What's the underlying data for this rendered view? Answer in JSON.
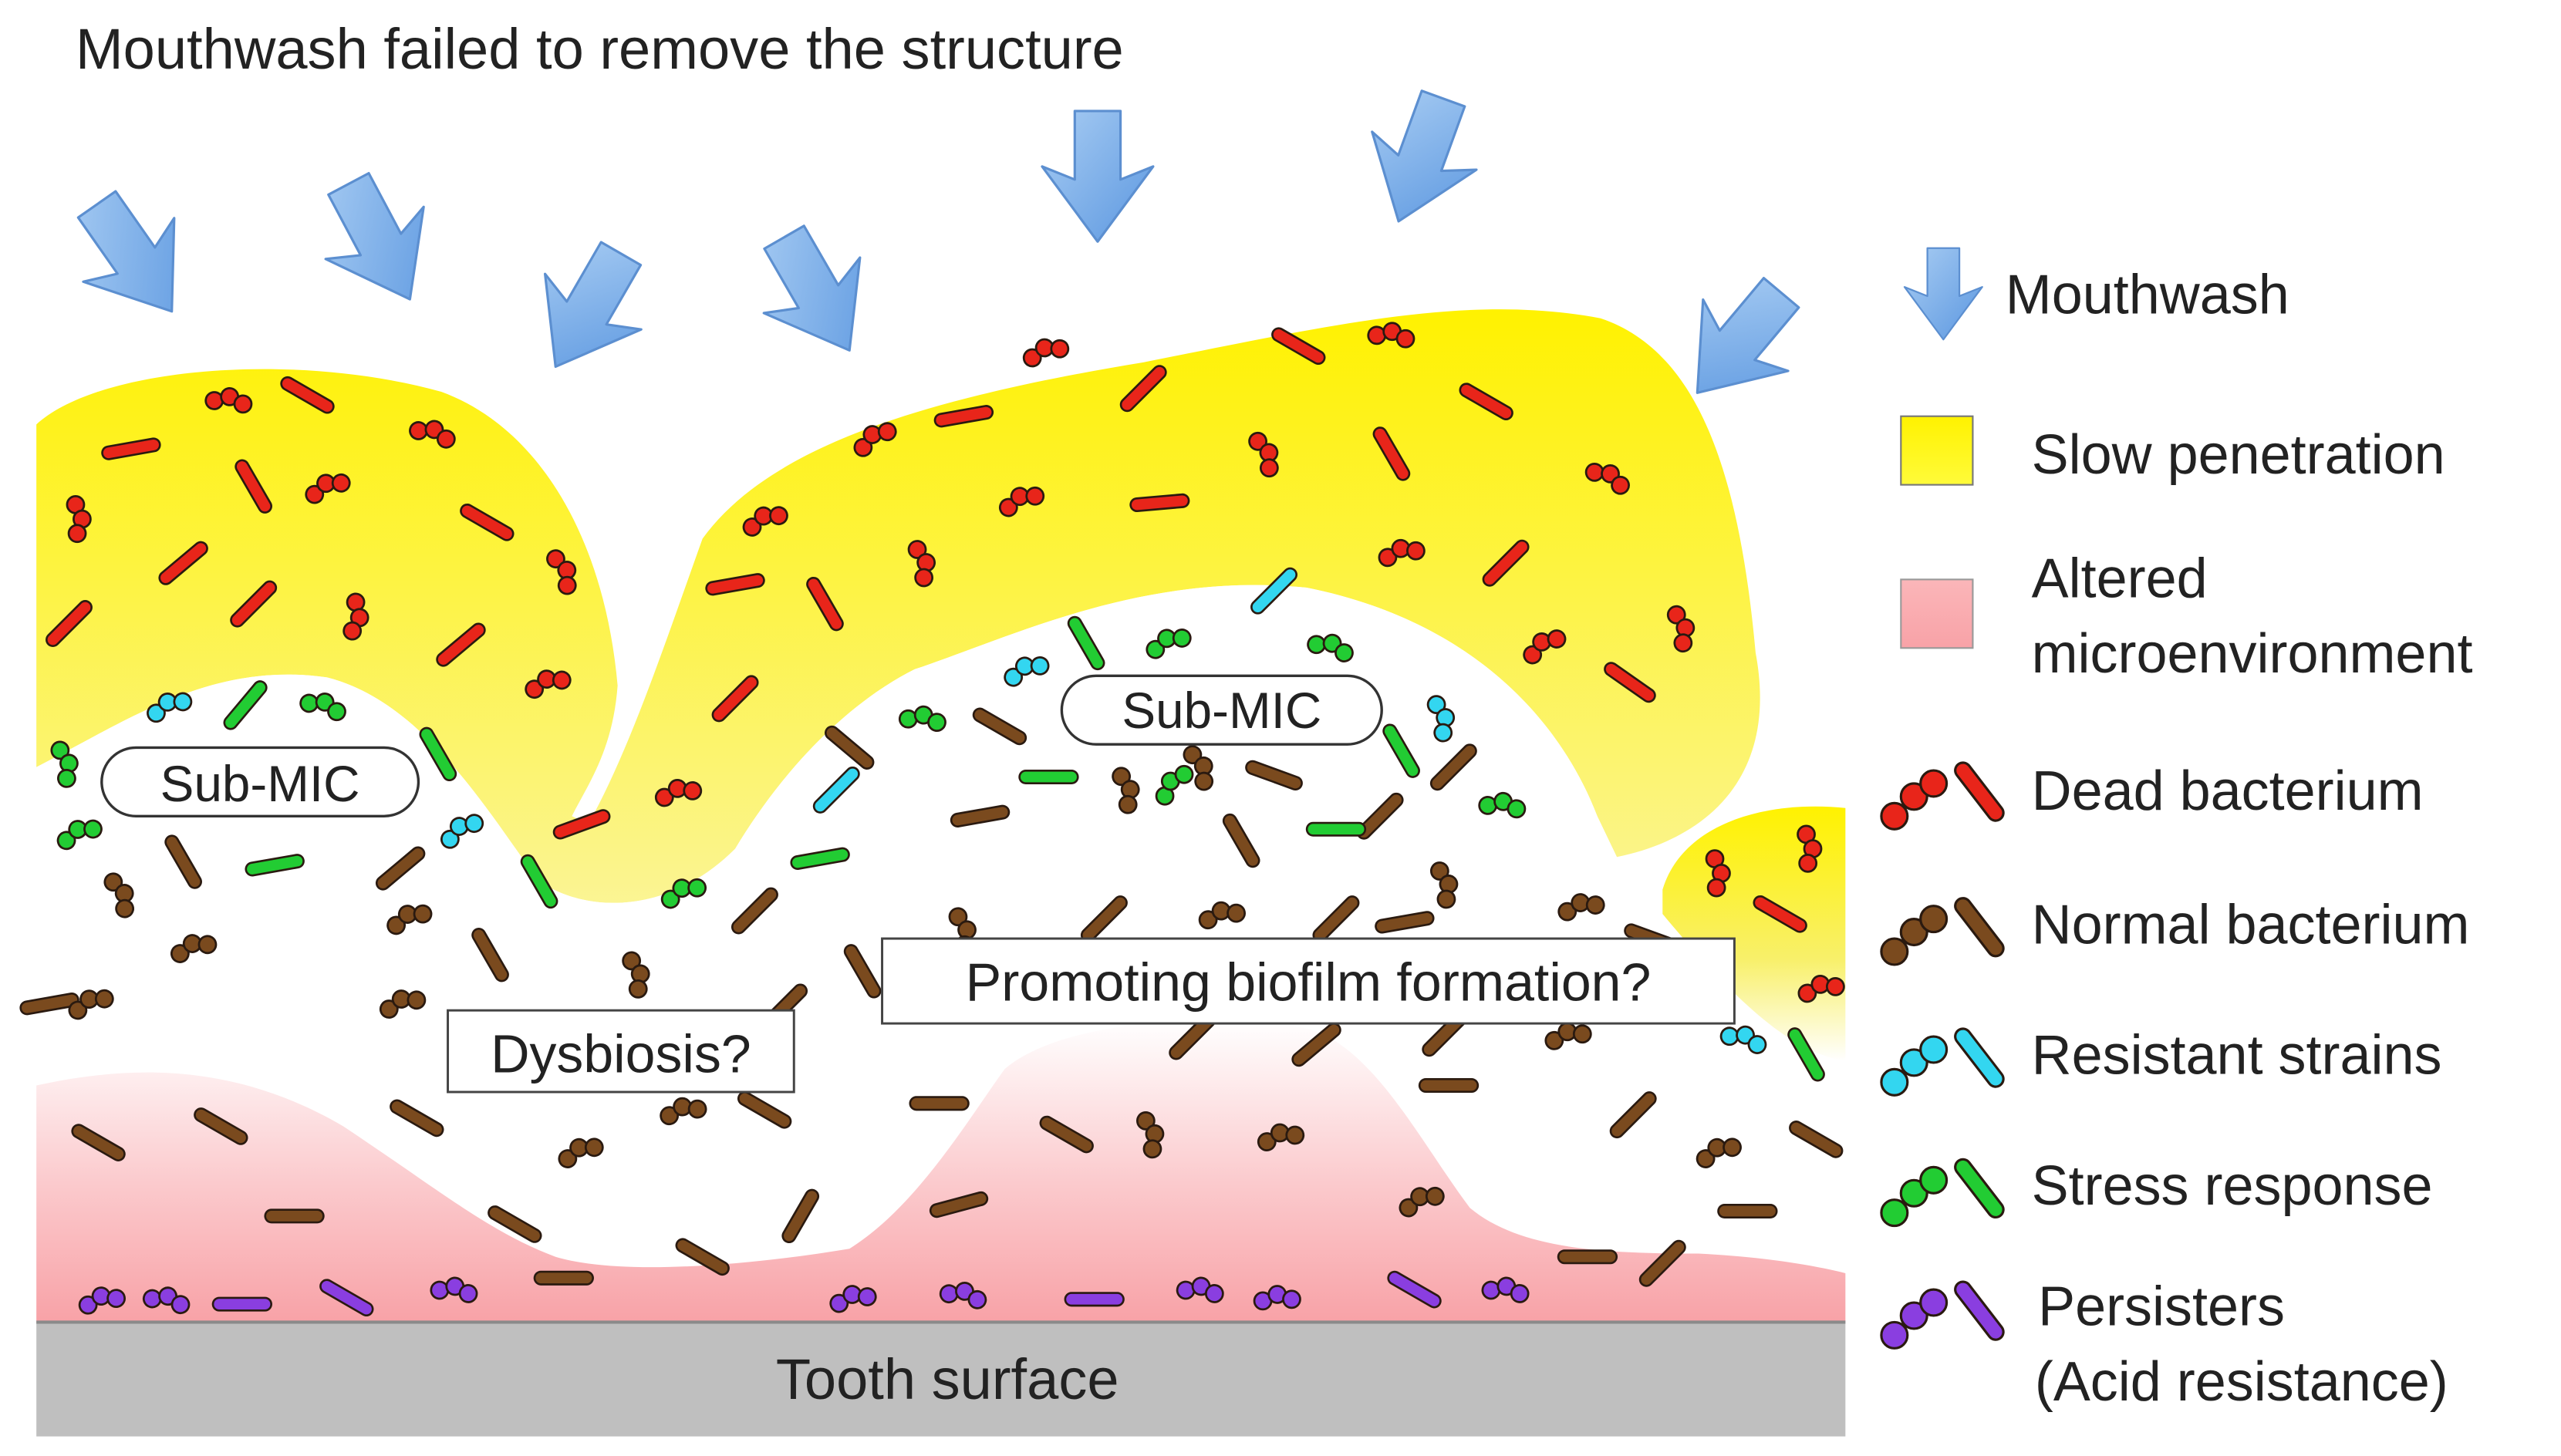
{
  "title": "Mouthwash failed to remove the structure",
  "labels": {
    "sub_mic": "Sub-MIC",
    "dysbiosis": "Dysbiosis?",
    "promoting": "Promoting biofilm formation?",
    "tooth_surface": "Tooth surface"
  },
  "legend": {
    "mouthwash": "Mouthwash",
    "slow_penetration": "Slow penetration",
    "altered_line1": "Altered",
    "altered_line2": "microenvironment",
    "dead": "Dead bacterium",
    "normal": "Normal bacterium",
    "resistant": "Resistant strains",
    "stress": "Stress response",
    "persisters_line1": "Persisters",
    "persisters_line2": "(Acid resistance)"
  },
  "colors": {
    "dead": "#e8251a",
    "normal": "#7a4a1e",
    "resistant": "#33d6f0",
    "stress": "#22cc33",
    "persisters": "#8a3ee0",
    "slow_penetration": "#fff100",
    "altered_microenvironment": "#f9a7ab",
    "mouthwash_arrow": "#6fa8e8",
    "tooth_surface": "#bdbdbd"
  }
}
